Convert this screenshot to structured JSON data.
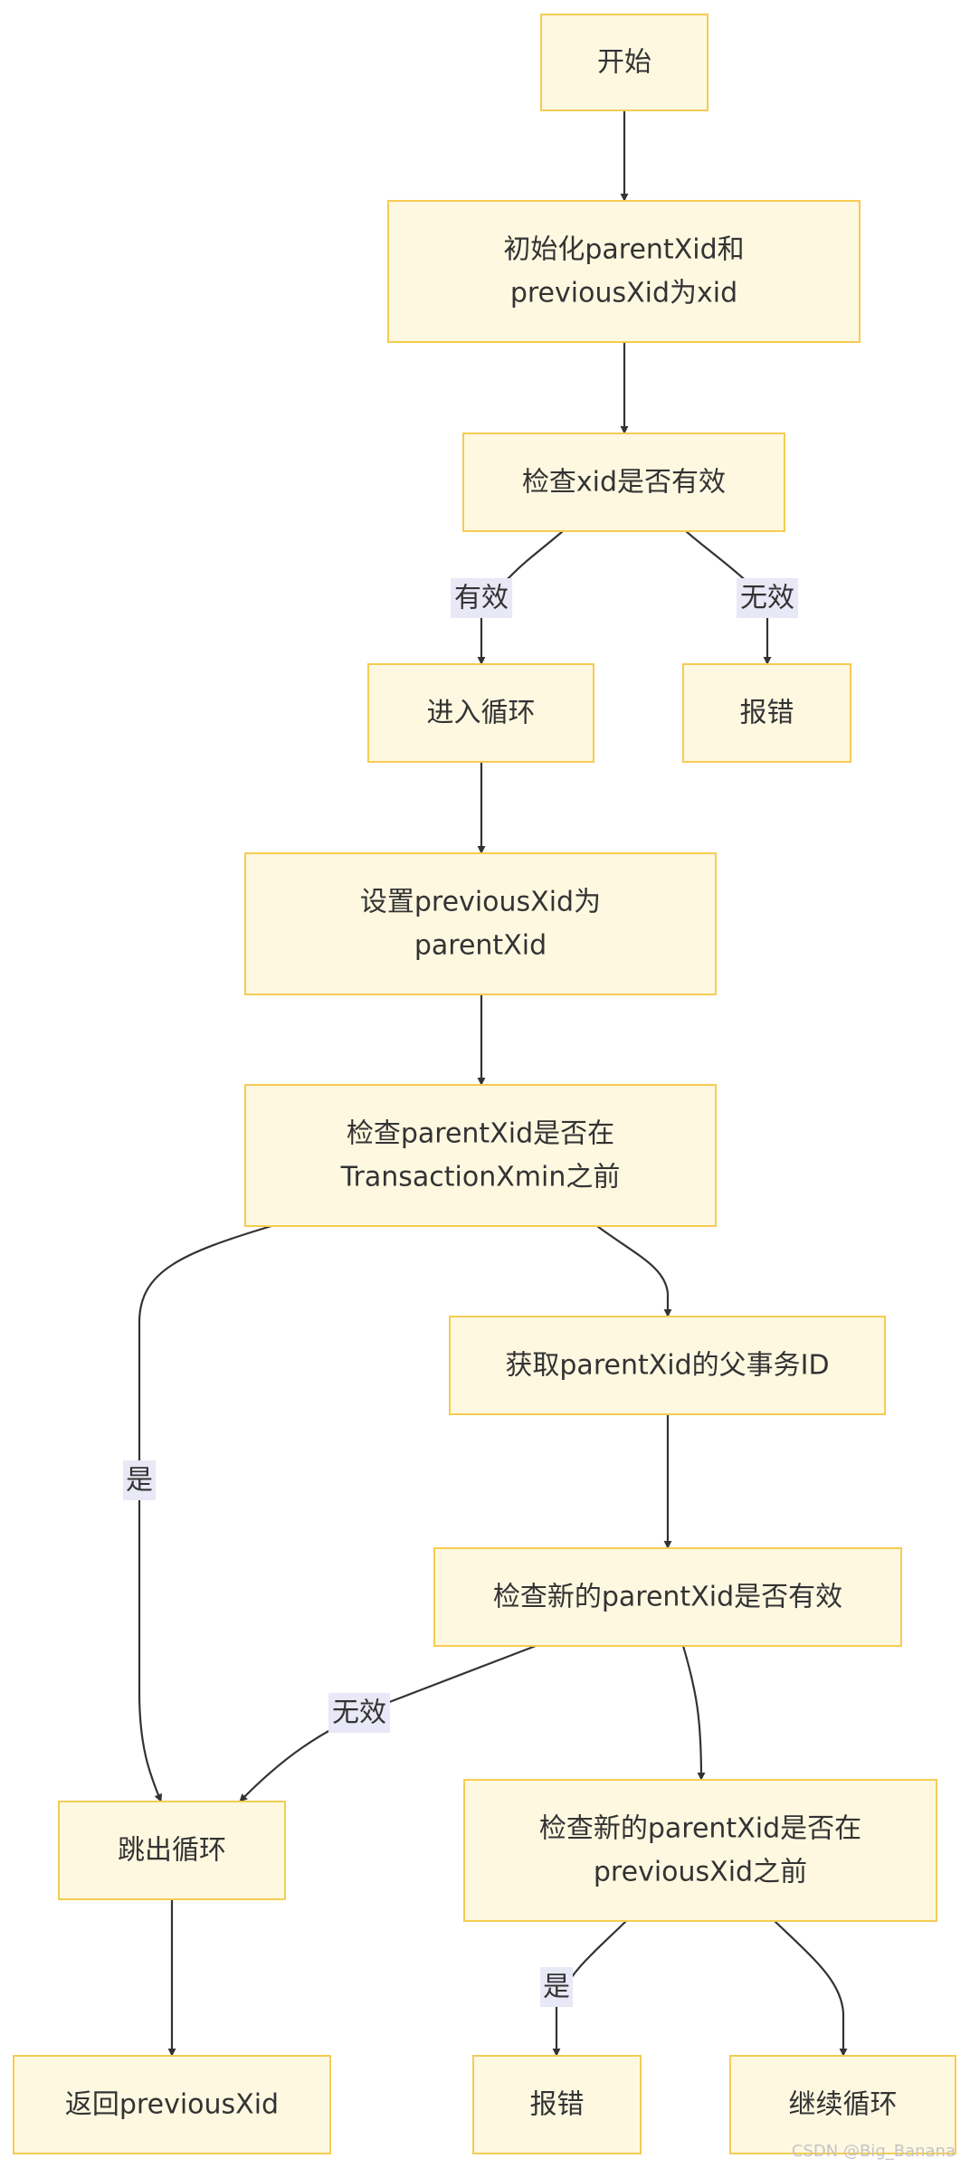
{
  "nodes": {
    "start": [
      "开始"
    ],
    "init": [
      "初始化parentXid和",
      "previousXid为xid"
    ],
    "check_xid": [
      "检查xid是否有效"
    ],
    "enter_loop": [
      "进入循环"
    ],
    "error_1": [
      "报错"
    ],
    "set_prev": [
      "设置previousXid为",
      "parentXid"
    ],
    "check_before_xmin": [
      "检查parentXid是否在",
      "TransactionXmin之前"
    ],
    "get_parent": [
      "获取parentXid的父事务ID"
    ],
    "check_new_valid": [
      "检查新的parentXid是否有效"
    ],
    "break_loop": [
      "跳出循环"
    ],
    "check_new_before_prev": [
      "检查新的parentXid是否在",
      "previousXid之前"
    ],
    "return_prev": [
      "返回previousXid"
    ],
    "error_2": [
      "报错"
    ],
    "continue_loop": [
      "继续循环"
    ]
  },
  "edge_labels": {
    "valid": "有效",
    "invalid_1": "无效",
    "yes_1": "是",
    "invalid_2": "无效",
    "yes_2": "是"
  },
  "watermark": "CSDN @Big_Banana",
  "colors": {
    "node_fill": "#fff8e1",
    "node_stroke": "#f5cc52",
    "edge": "#333333",
    "label_bg": "#e8e8f6"
  }
}
